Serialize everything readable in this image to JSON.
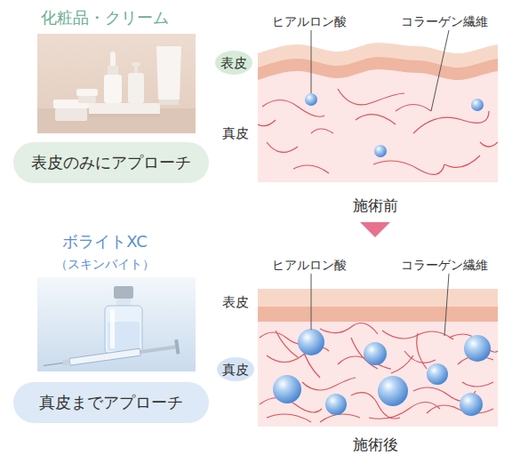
{
  "diagram": {
    "nodes": [
      {
        "text": [
          "表皮"
        ]
      },
      {
        "text": [
          "表皮のみにアプローチ"
        ]
      },
      {
        "text": [
          "真皮"
        ]
      },
      {
        "text": [
          "真皮までアプローチ"
        ]
      }
    ],
    "labels": [
      "化粧品・クリーム",
      "ヒアルロン酸",
      "コラーゲン繊維",
      "真皮",
      "施術前",
      "ボライトXC",
      "（スキンバイト）",
      "ヒアルロン酸",
      "コラーゲン繊維",
      "表皮",
      "施術後"
    ]
  }
}
